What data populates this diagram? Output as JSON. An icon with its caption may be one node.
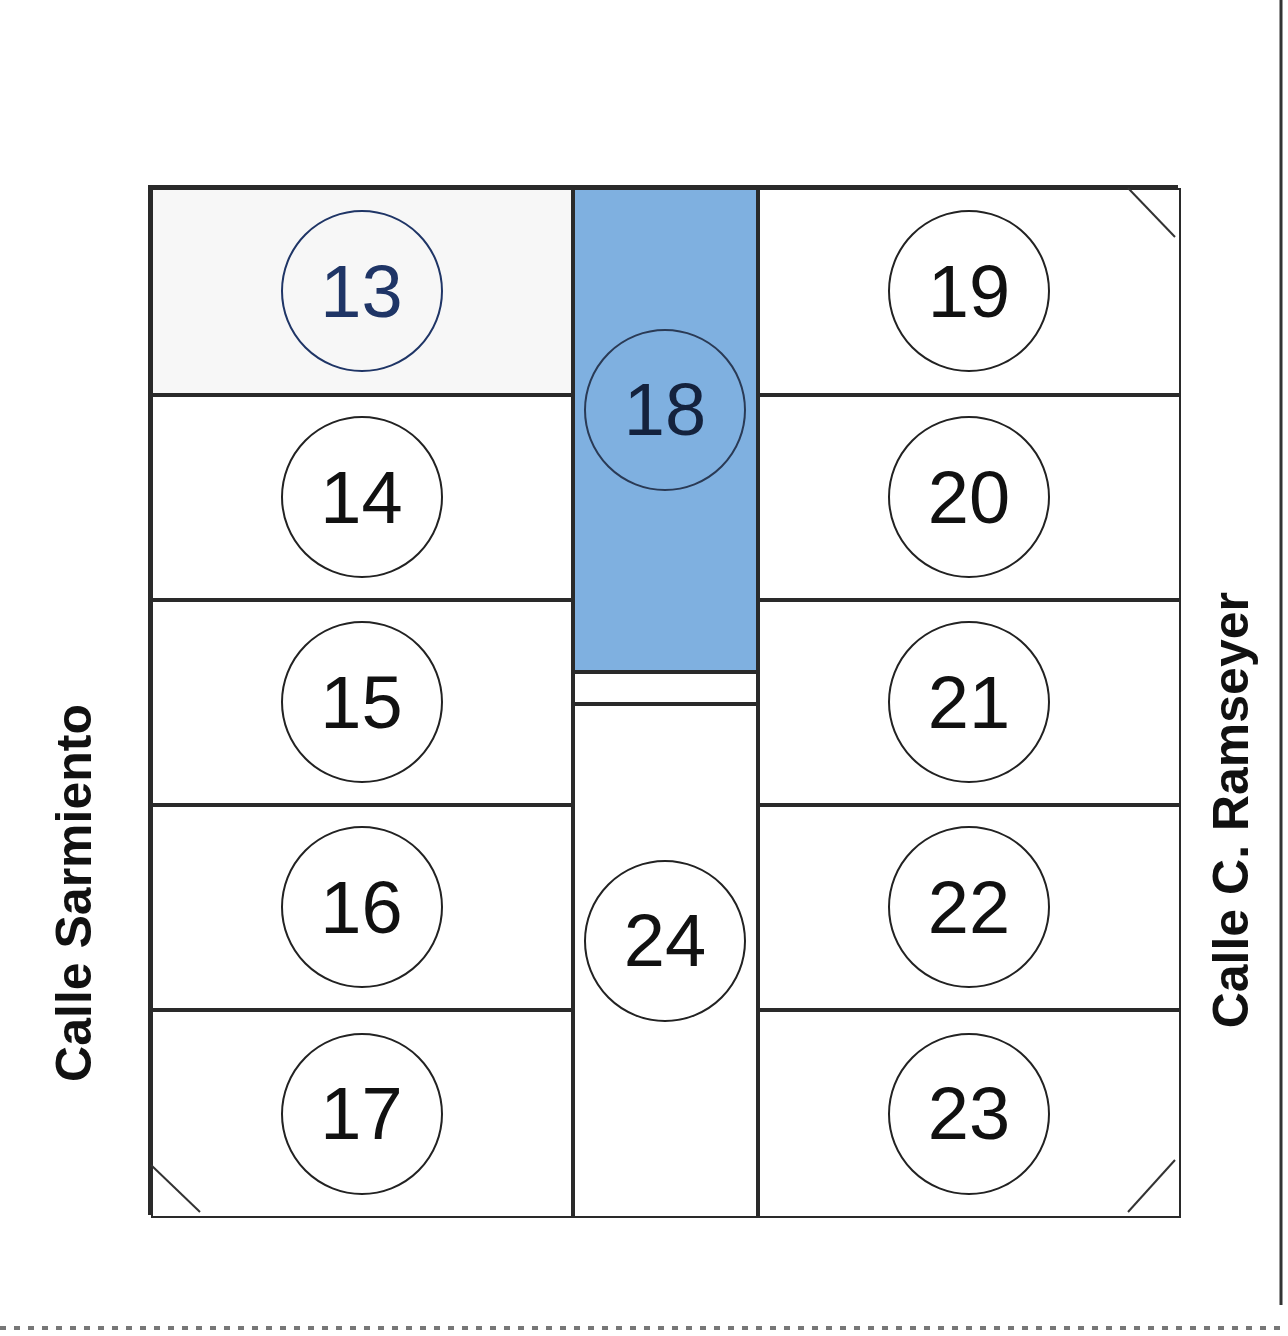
{
  "diagram": {
    "nodes": [
      {
        "text": [],
        "shape": "box"
      },
      {
        "text": [
          "13"
        ],
        "in": 0
      },
      {
        "text": [
          "14"
        ],
        "in": 0
      },
      {
        "text": [
          "15"
        ],
        "in": 0
      },
      {
        "text": [
          "16"
        ],
        "in": 0
      },
      {
        "text": [
          "17"
        ],
        "in": 0
      },
      {
        "text": [
          "18"
        ],
        "in": 0
      },
      {
        "text": [],
        "shape": "box",
        "in": 0
      },
      {
        "text": [
          "24"
        ],
        "in": 0
      },
      {
        "text": [
          "19"
        ],
        "in": 0
      },
      {
        "text": [
          "20"
        ],
        "in": 0
      },
      {
        "text": [
          "21"
        ],
        "in": 0
      },
      {
        "text": [
          "22"
        ],
        "in": 0
      },
      {
        "text": [
          "23"
        ],
        "in": 0
      }
    ],
    "edges": [],
    "labels": [
      "Calle Sarmiento",
      "Calle C. Ramseyer"
    ]
  }
}
